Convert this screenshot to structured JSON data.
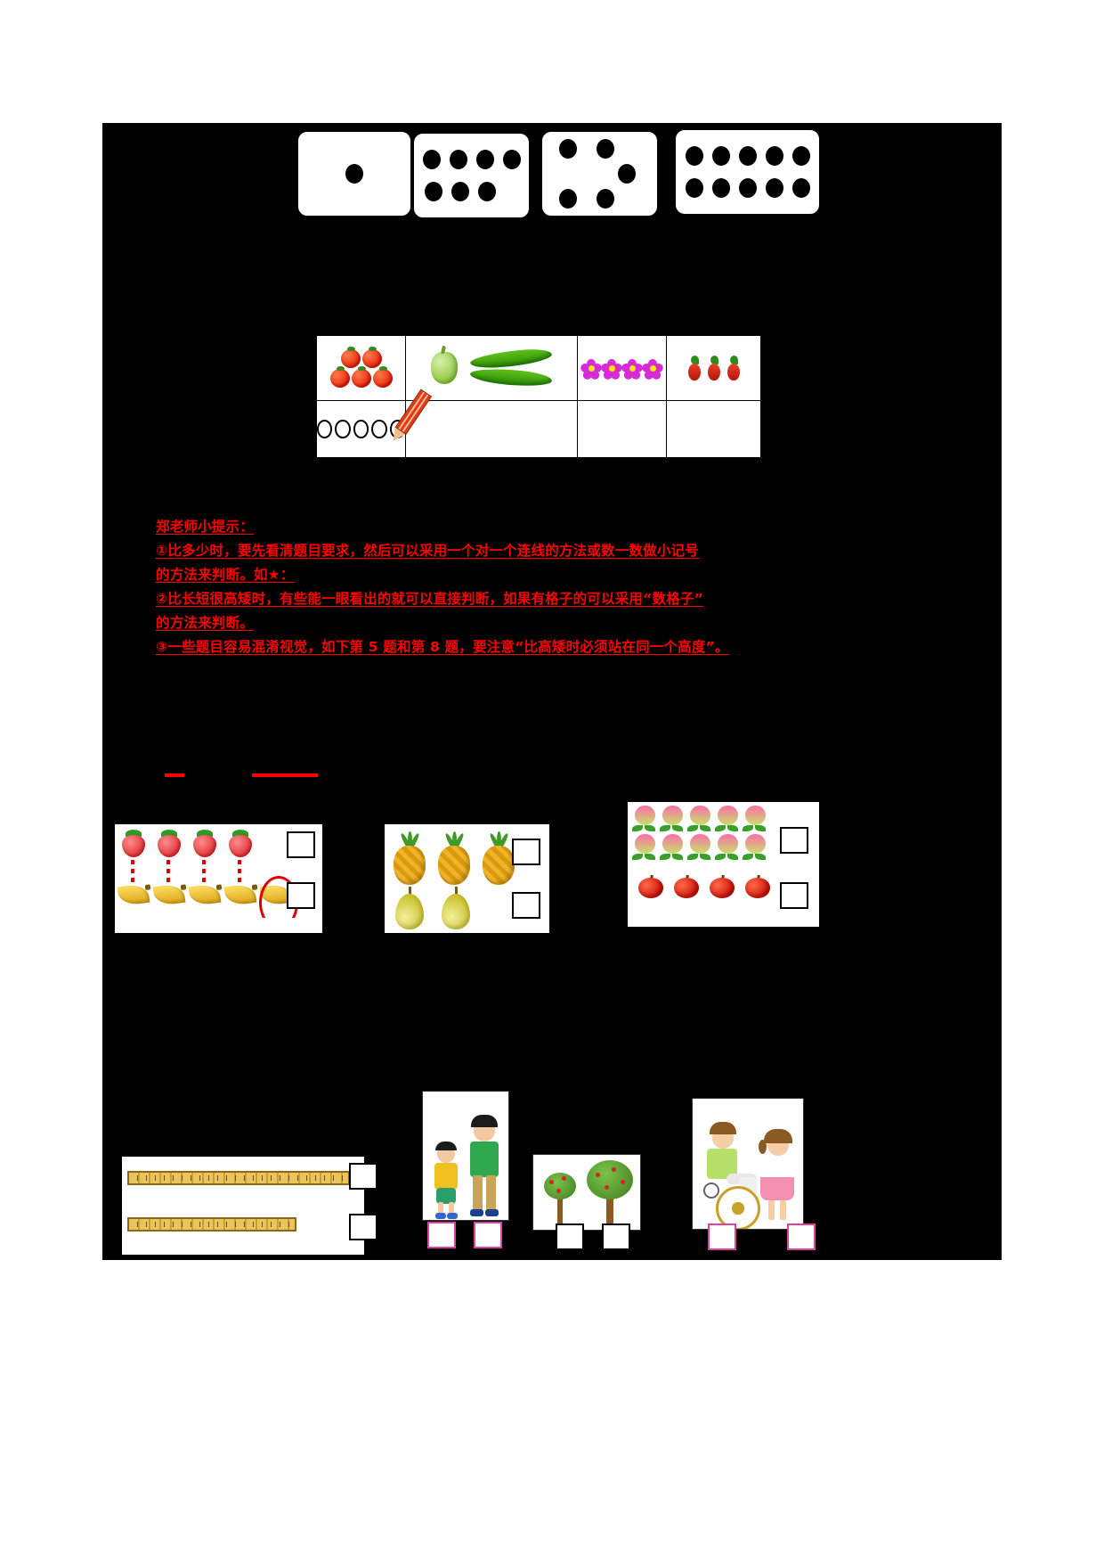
{
  "page": {
    "background_color": "#000000",
    "paper_color": "#ffffff",
    "accent_red": "#ff0000"
  },
  "dot_cards": {
    "name": "dot-pattern-cards",
    "cards": [
      {
        "label": "card-1",
        "total": 1,
        "rows": [
          1
        ]
      },
      {
        "label": "card-2",
        "total": 7,
        "rows": [
          4,
          3
        ]
      },
      {
        "label": "card-3",
        "total": 5,
        "rows": [
          2,
          1,
          2
        ]
      },
      {
        "label": "card-4",
        "total": 10,
        "rows": [
          5,
          5
        ]
      }
    ]
  },
  "veg_table": {
    "name": "vegetable-counting-table",
    "top_row": [
      {
        "item": "tomato",
        "count": 5
      },
      {
        "item": "pepper-and-cucumber",
        "count": 3
      },
      {
        "item": "flower",
        "count": 4
      },
      {
        "item": "radish",
        "count": 3
      }
    ],
    "bottom_row": [
      {
        "marks": "circles",
        "count": 5
      },
      {
        "marks": "",
        "count": 0
      },
      {
        "marks": "",
        "count": 0
      },
      {
        "marks": "",
        "count": 0
      }
    ],
    "pencil": "pencil-icon"
  },
  "tips": {
    "title": "郑老师小提示：",
    "line1": "①比多少时，要先看清题目要求，然后可以采用一个对一个连线的方法或数一数做小记号",
    "line2": "的方法来判断。如★：",
    "line3": "②比长短很高矮时，有些能一眼看出的就可以直接判断，如果有格子的可以采用“数格子”",
    "line4": "的方法来判断。",
    "line5": "③一些题目容易混淆视觉，如下第 5 题和第 8 题，要注意“比高矮时必须站在同一个高度”。"
  },
  "fruit_boxes": [
    {
      "name": "strawberry-banana-box",
      "rows": [
        {
          "item": "strawberry",
          "count": 4
        },
        {
          "item": "banana",
          "count": 5
        }
      ],
      "answer_boxes": 2,
      "annotations": [
        "dashed-match-lines",
        "red-ellipse-on-extra-banana"
      ]
    },
    {
      "name": "pineapple-pear-box",
      "rows": [
        {
          "item": "pineapple",
          "count": 3
        },
        {
          "item": "pear",
          "count": 2
        }
      ],
      "answer_boxes": 2,
      "annotations": []
    },
    {
      "name": "peach-apple-box",
      "rows": [
        {
          "item": "peach",
          "count": 5
        },
        {
          "item": "peach",
          "count": 5
        },
        {
          "item": "apple",
          "count": 4
        }
      ],
      "answer_boxes": 2,
      "annotations": []
    }
  ],
  "bottom_section": {
    "ruler_box": {
      "name": "ruler-compare-box",
      "rulers": [
        {
          "label": "long-ruler"
        },
        {
          "label": "short-ruler"
        }
      ],
      "answer_boxes": 2
    },
    "photos": [
      {
        "name": "two-boys-photo",
        "subject": "two boys standing",
        "answer_boxes": 2,
        "box_border_color": "#e040a0"
      },
      {
        "name": "two-trees-photo",
        "subject": "two fruit trees",
        "answer_boxes": 2,
        "box_border_color": "#000000"
      },
      {
        "name": "wheelchair-boy-and-girl-photo",
        "subject": "boy in wheelchair and standing girl",
        "answer_boxes": 2,
        "box_border_color": "#e040a0"
      }
    ]
  }
}
